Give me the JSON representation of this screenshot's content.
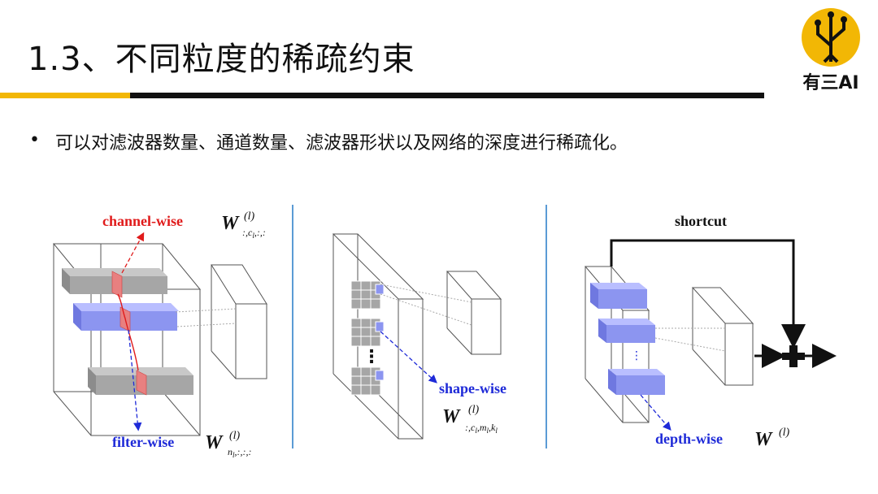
{
  "slide": {
    "title": "1.3、不同粒度的稀疏约束",
    "bullet": "可以对滤波器数量、通道数量、滤波器形状以及网络的深度进行稀疏化。"
  },
  "logo": {
    "text": "有三AI"
  },
  "diagrams": {
    "channel_label": "channel-wise",
    "channel_formula": {
      "main": "W",
      "sup": "(l)",
      "sub": ":,c",
      "sub_idx": "l",
      "sub_tail": ",:,:"
    },
    "filter_label": "filter-wise",
    "filter_formula": {
      "main": "W",
      "sup": "(l)",
      "sub": "n",
      "sub_idx": "l",
      "sub_tail": ",:,:,:"
    },
    "shape_label": "shape-wise",
    "shape_formula": {
      "main": "W",
      "sup": "(l)",
      "sub": ":,c",
      "sub_idx": "l",
      "sub_mid": ",m",
      "sub_idx2": "l",
      "sub_mid2": ",k",
      "sub_idx3": "l"
    },
    "depth_label": "depth-wise",
    "depth_formula": {
      "main": "W",
      "sup": "(l)"
    },
    "shortcut_label": "shortcut",
    "dots_vertical": "⋮"
  },
  "colors": {
    "accent_gold": "#f2b705",
    "red": "#e01b1b",
    "blue": "#1e2ad8",
    "divider": "#5b9bd5",
    "block_blue": "#8c95f0",
    "block_gray": "#a6a6a6"
  }
}
